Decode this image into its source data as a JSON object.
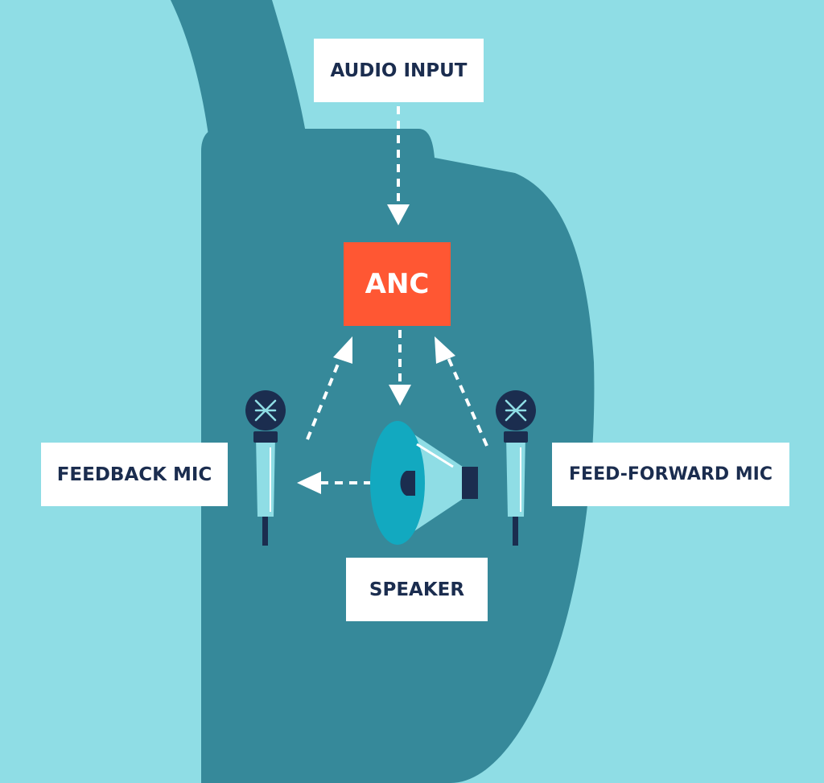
{
  "labels": {
    "audio_input": "AUDIO INPUT",
    "anc": "ANC",
    "feedback_mic": "FEEDBACK MIC",
    "feedforward_mic": "FEED-FORWARD MIC",
    "speaker": "SPEAKER"
  },
  "colors": {
    "background": "#8fdde5",
    "headphone_body": "#36899a",
    "anc_block": "#ff5733",
    "label_text": "#1b2d4f",
    "label_background": "#ffffff",
    "arrow": "#ffffff",
    "mic_head": "#1b2d4f",
    "mic_handle": "#8fdde5",
    "speaker_cone": "#8fdde5",
    "speaker_rim": "#12a9c0"
  },
  "icons": {
    "feedback_mic": "microphone-icon",
    "feedforward_mic": "microphone-icon",
    "speaker": "speaker-icon"
  }
}
